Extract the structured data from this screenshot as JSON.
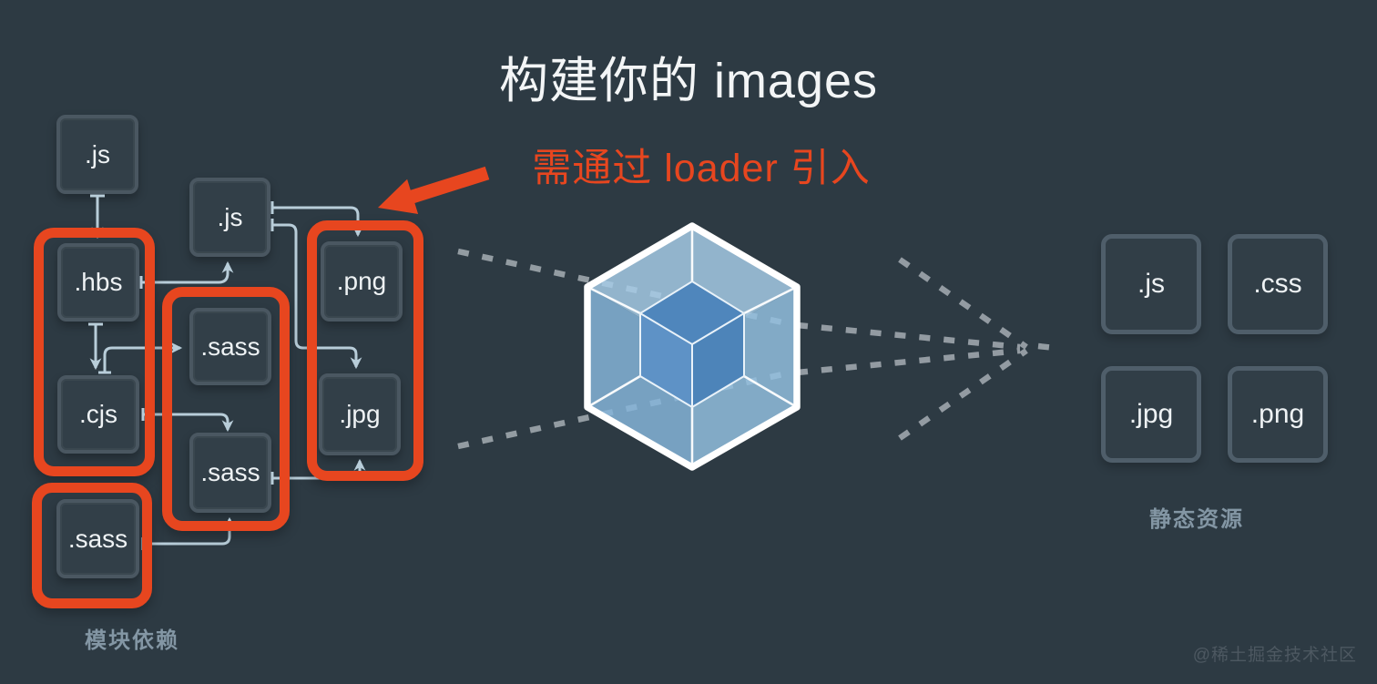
{
  "title": "构建你的 images",
  "annotation": "需通过 loader 引入",
  "modules": {
    "label": "模块依赖",
    "js1": ".js",
    "js2": ".js",
    "hbs": ".hbs",
    "cjs": ".cjs",
    "sass_top": ".sass",
    "sass_mid": ".sass",
    "sass_bottom": ".sass",
    "png": ".png",
    "jpg": ".jpg"
  },
  "outputs": {
    "label": "静态资源",
    "js": ".js",
    "css": ".css",
    "jpg": ".jpg",
    "png": ".png"
  },
  "watermark": "@稀土掘金技术社区",
  "colors": {
    "background": "#2d3a43",
    "highlight_red": "#e7461f",
    "connector_blue": "#b8cdd9",
    "cube_light_blue": "#9cc5e3",
    "cube_dark_blue": "#5089bf",
    "label_gray": "#8396a4"
  }
}
